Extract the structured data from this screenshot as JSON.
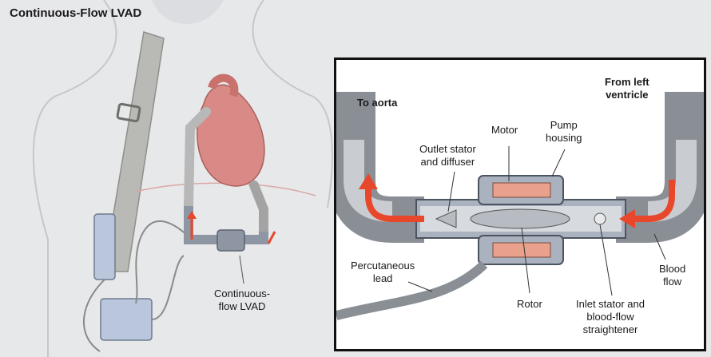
{
  "title": "Continuous-Flow LVAD",
  "overview_label": "Continuous-\nflow LVAD",
  "inset_labels": {
    "to_aorta": "To aorta",
    "from_left_ventricle": "From left\nventricle",
    "motor": "Motor",
    "pump_housing": "Pump\nhousing",
    "outlet_stator": "Outlet stator\nand diffuser",
    "percutaneous_lead": "Percutaneous\nlead",
    "rotor": "Rotor",
    "inlet_stator": "Inlet stator and\nblood-flow\nstraightener",
    "blood_flow": "Blood\nflow"
  },
  "colors": {
    "skin": "#e2e3e6",
    "heart": "#d98a86",
    "device": "#8e96a3",
    "flow_arrow": "#e8472b",
    "motor": "#e9a18c",
    "battery": "#b9c6dc"
  }
}
